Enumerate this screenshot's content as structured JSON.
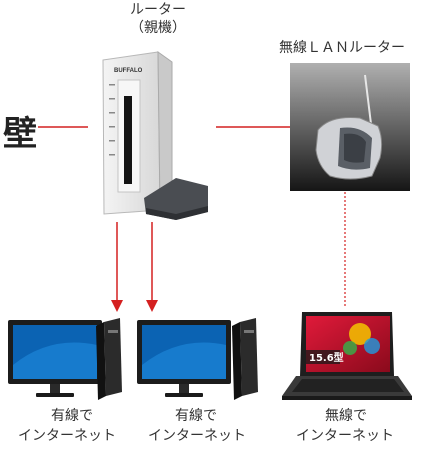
{
  "labels": {
    "router_line1": "ルーター",
    "router_line2": "（親機）",
    "wireless_router": "無線ＬＡＮルーター",
    "wall": "壁",
    "wired1_line1": "有線で",
    "wired1_line2": "インターネット",
    "wired2_line1": "有線で",
    "wired2_line2": "インターネット",
    "wireless_line1": "無線で",
    "wireless_line2": "インターネット"
  },
  "router_brand": "BUFFALO",
  "laptop_sticker": "15.6型",
  "colors": {
    "connection": "#d42020",
    "laptop_screen": "#c2102a"
  }
}
